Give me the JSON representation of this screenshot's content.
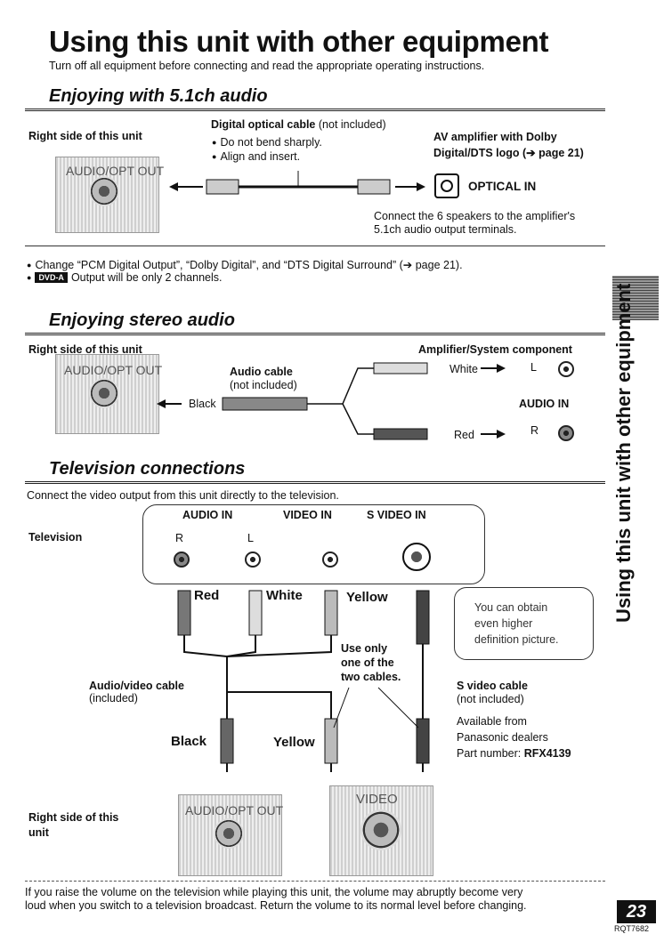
{
  "title": "Using this unit with other equipment",
  "subtitle": "Turn off all equipment before connecting and read the appropriate operating instructions.",
  "section1": {
    "heading": "Enjoying with 5.1ch audio",
    "right_side": "Right side of this unit",
    "panel_label": "AUDIO/OPT OUT",
    "cable_title": "Digital optical cable",
    "cable_note": "(not included)",
    "bullet1": "Do not bend sharply.",
    "bullet2": "Align and insert.",
    "amp_line1": "AV amplifier with Dolby",
    "amp_line2": "Digital/DTS logo (➔ page 21)",
    "optical_in": "OPTICAL IN",
    "connect_note_1": "Connect the 6 speakers to the amplifier's",
    "connect_note_2": "5.1ch audio output terminals.",
    "note1": "Change “PCM Digital Output”, “Dolby Digital”, and “DTS Digital Surround” (➔ page 21).",
    "dvd_badge": "DVD-A",
    "note2": "Output will be only 2 channels."
  },
  "section2": {
    "heading": "Enjoying stereo audio",
    "right_side": "Right side of this unit",
    "amp_component": "Amplifier/System component",
    "panel_label": "AUDIO/OPT OUT",
    "cable_title": "Audio cable",
    "cable_note": "(not included)",
    "black": "Black",
    "white": "White",
    "red": "Red",
    "l": "L",
    "r": "R",
    "audio_in": "AUDIO IN"
  },
  "section3": {
    "heading": "Television connections",
    "intro": "Connect the video output from this unit directly to the television.",
    "television": "Television",
    "audio_in": "AUDIO IN",
    "video_in": "VIDEO IN",
    "s_video_in": "S VIDEO IN",
    "r": "R",
    "l": "L",
    "red": "Red",
    "white": "White",
    "yellow_top": "Yellow",
    "use_only_1": "Use only",
    "use_only_2": "one of the",
    "use_only_3": "two cables.",
    "av_cable": "Audio/video cable",
    "av_included": "(included)",
    "black": "Black",
    "yellow_bottom": "Yellow",
    "bubble_1": "You can obtain",
    "bubble_2": "even higher",
    "bubble_3": "definition picture.",
    "s_video_cable": "S video cable",
    "s_video_note": "(not included)",
    "available_1": "Available from",
    "available_2": "Panasonic dealers",
    "part_number_label": "Part number: ",
    "part_number": "RFX4139",
    "right_side_1": "Right side of this",
    "right_side_2": "unit",
    "panel_label": "AUDIO/OPT OUT",
    "video_label": "VIDEO"
  },
  "footer": {
    "warning_1": "If you raise the volume on the television while playing this unit, the volume may abruptly become very",
    "warning_2": "loud when you switch to a television broadcast. Return the volume to its normal level before changing.",
    "page_number": "23",
    "code": "RQT7682"
  },
  "side_tab": "Using this unit with other equipment",
  "colors": {
    "text": "#111111",
    "badge": "#111111"
  }
}
